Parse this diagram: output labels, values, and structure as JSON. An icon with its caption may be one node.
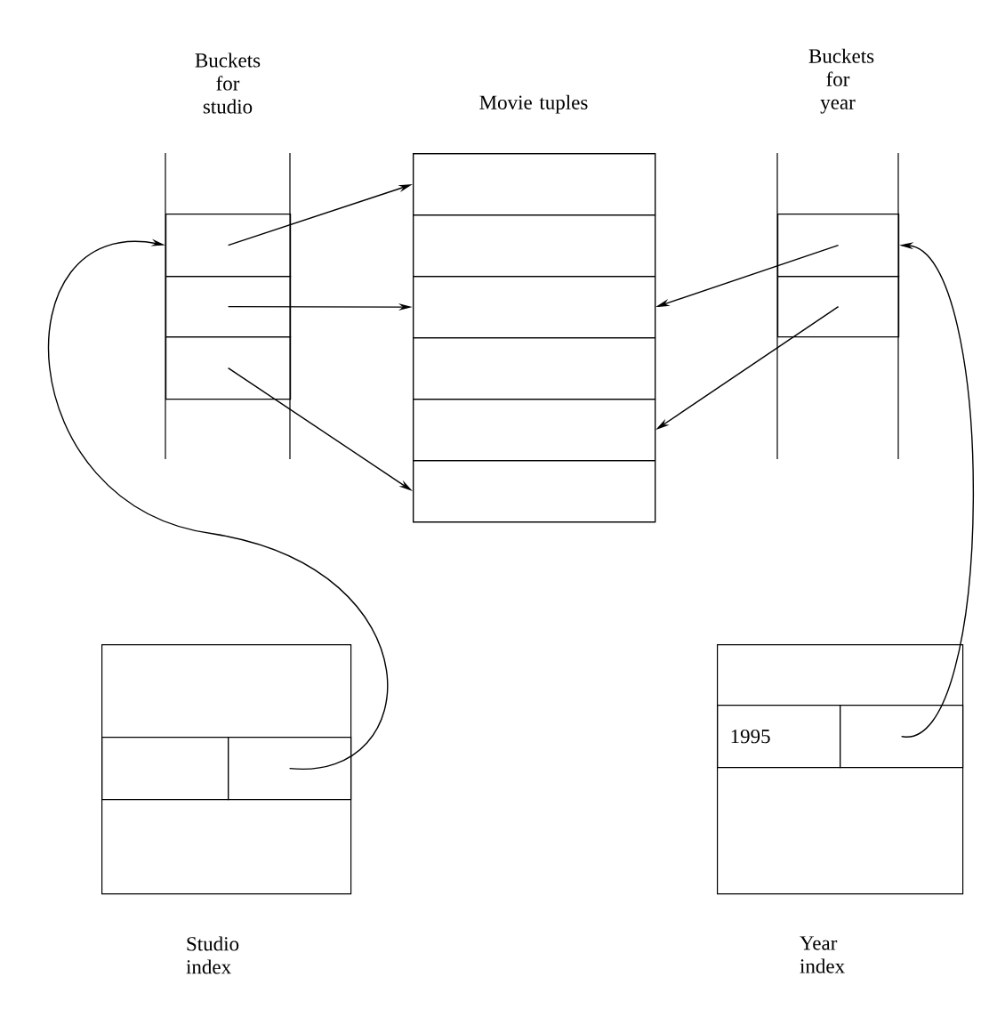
{
  "diagram": {
    "nodes": [
      {
        "text": [
          "Buckets for studio"
        ]
      },
      {
        "text": [],
        "shape": "box",
        "in": 0
      },
      {
        "text": [],
        "shape": "box",
        "in": 0
      },
      {
        "text": [],
        "shape": "box",
        "in": 0
      },
      {
        "text": [
          "Movie tuples"
        ]
      },
      {
        "text": [],
        "shape": "box",
        "in": 4
      },
      {
        "text": [],
        "shape": "box",
        "in": 4
      },
      {
        "text": [],
        "shape": "box",
        "in": 4
      },
      {
        "text": [],
        "shape": "box",
        "in": 4
      },
      {
        "text": [],
        "shape": "box",
        "in": 4
      },
      {
        "text": [],
        "shape": "box",
        "in": 4
      },
      {
        "text": [
          "Buckets for year"
        ]
      },
      {
        "text": [],
        "shape": "box",
        "in": 11
      },
      {
        "text": [],
        "shape": "box",
        "in": 11
      },
      {
        "text": [
          "Studio index"
        ]
      },
      {
        "text": [],
        "shape": "box",
        "in": 14
      },
      {
        "text": [],
        "shape": "box",
        "in": 14
      },
      {
        "text": [
          "Year index"
        ]
      },
      {
        "text": [
          "1995"
        ],
        "in": 17
      },
      {
        "text": [],
        "shape": "box",
        "in": 17
      }
    ],
    "edges": [
      {
        "from": 1,
        "to": 5,
        "arrow": "to"
      },
      {
        "from": 2,
        "to": 7,
        "arrow": "to"
      },
      {
        "from": 3,
        "to": 10,
        "arrow": "to"
      },
      {
        "from": 12,
        "to": 7,
        "arrow": "to"
      },
      {
        "from": 13,
        "to": 9,
        "arrow": "to"
      },
      {
        "from": 16,
        "to": 1,
        "arrow": "to"
      },
      {
        "from": 19,
        "to": 12,
        "arrow": "to"
      }
    ]
  }
}
